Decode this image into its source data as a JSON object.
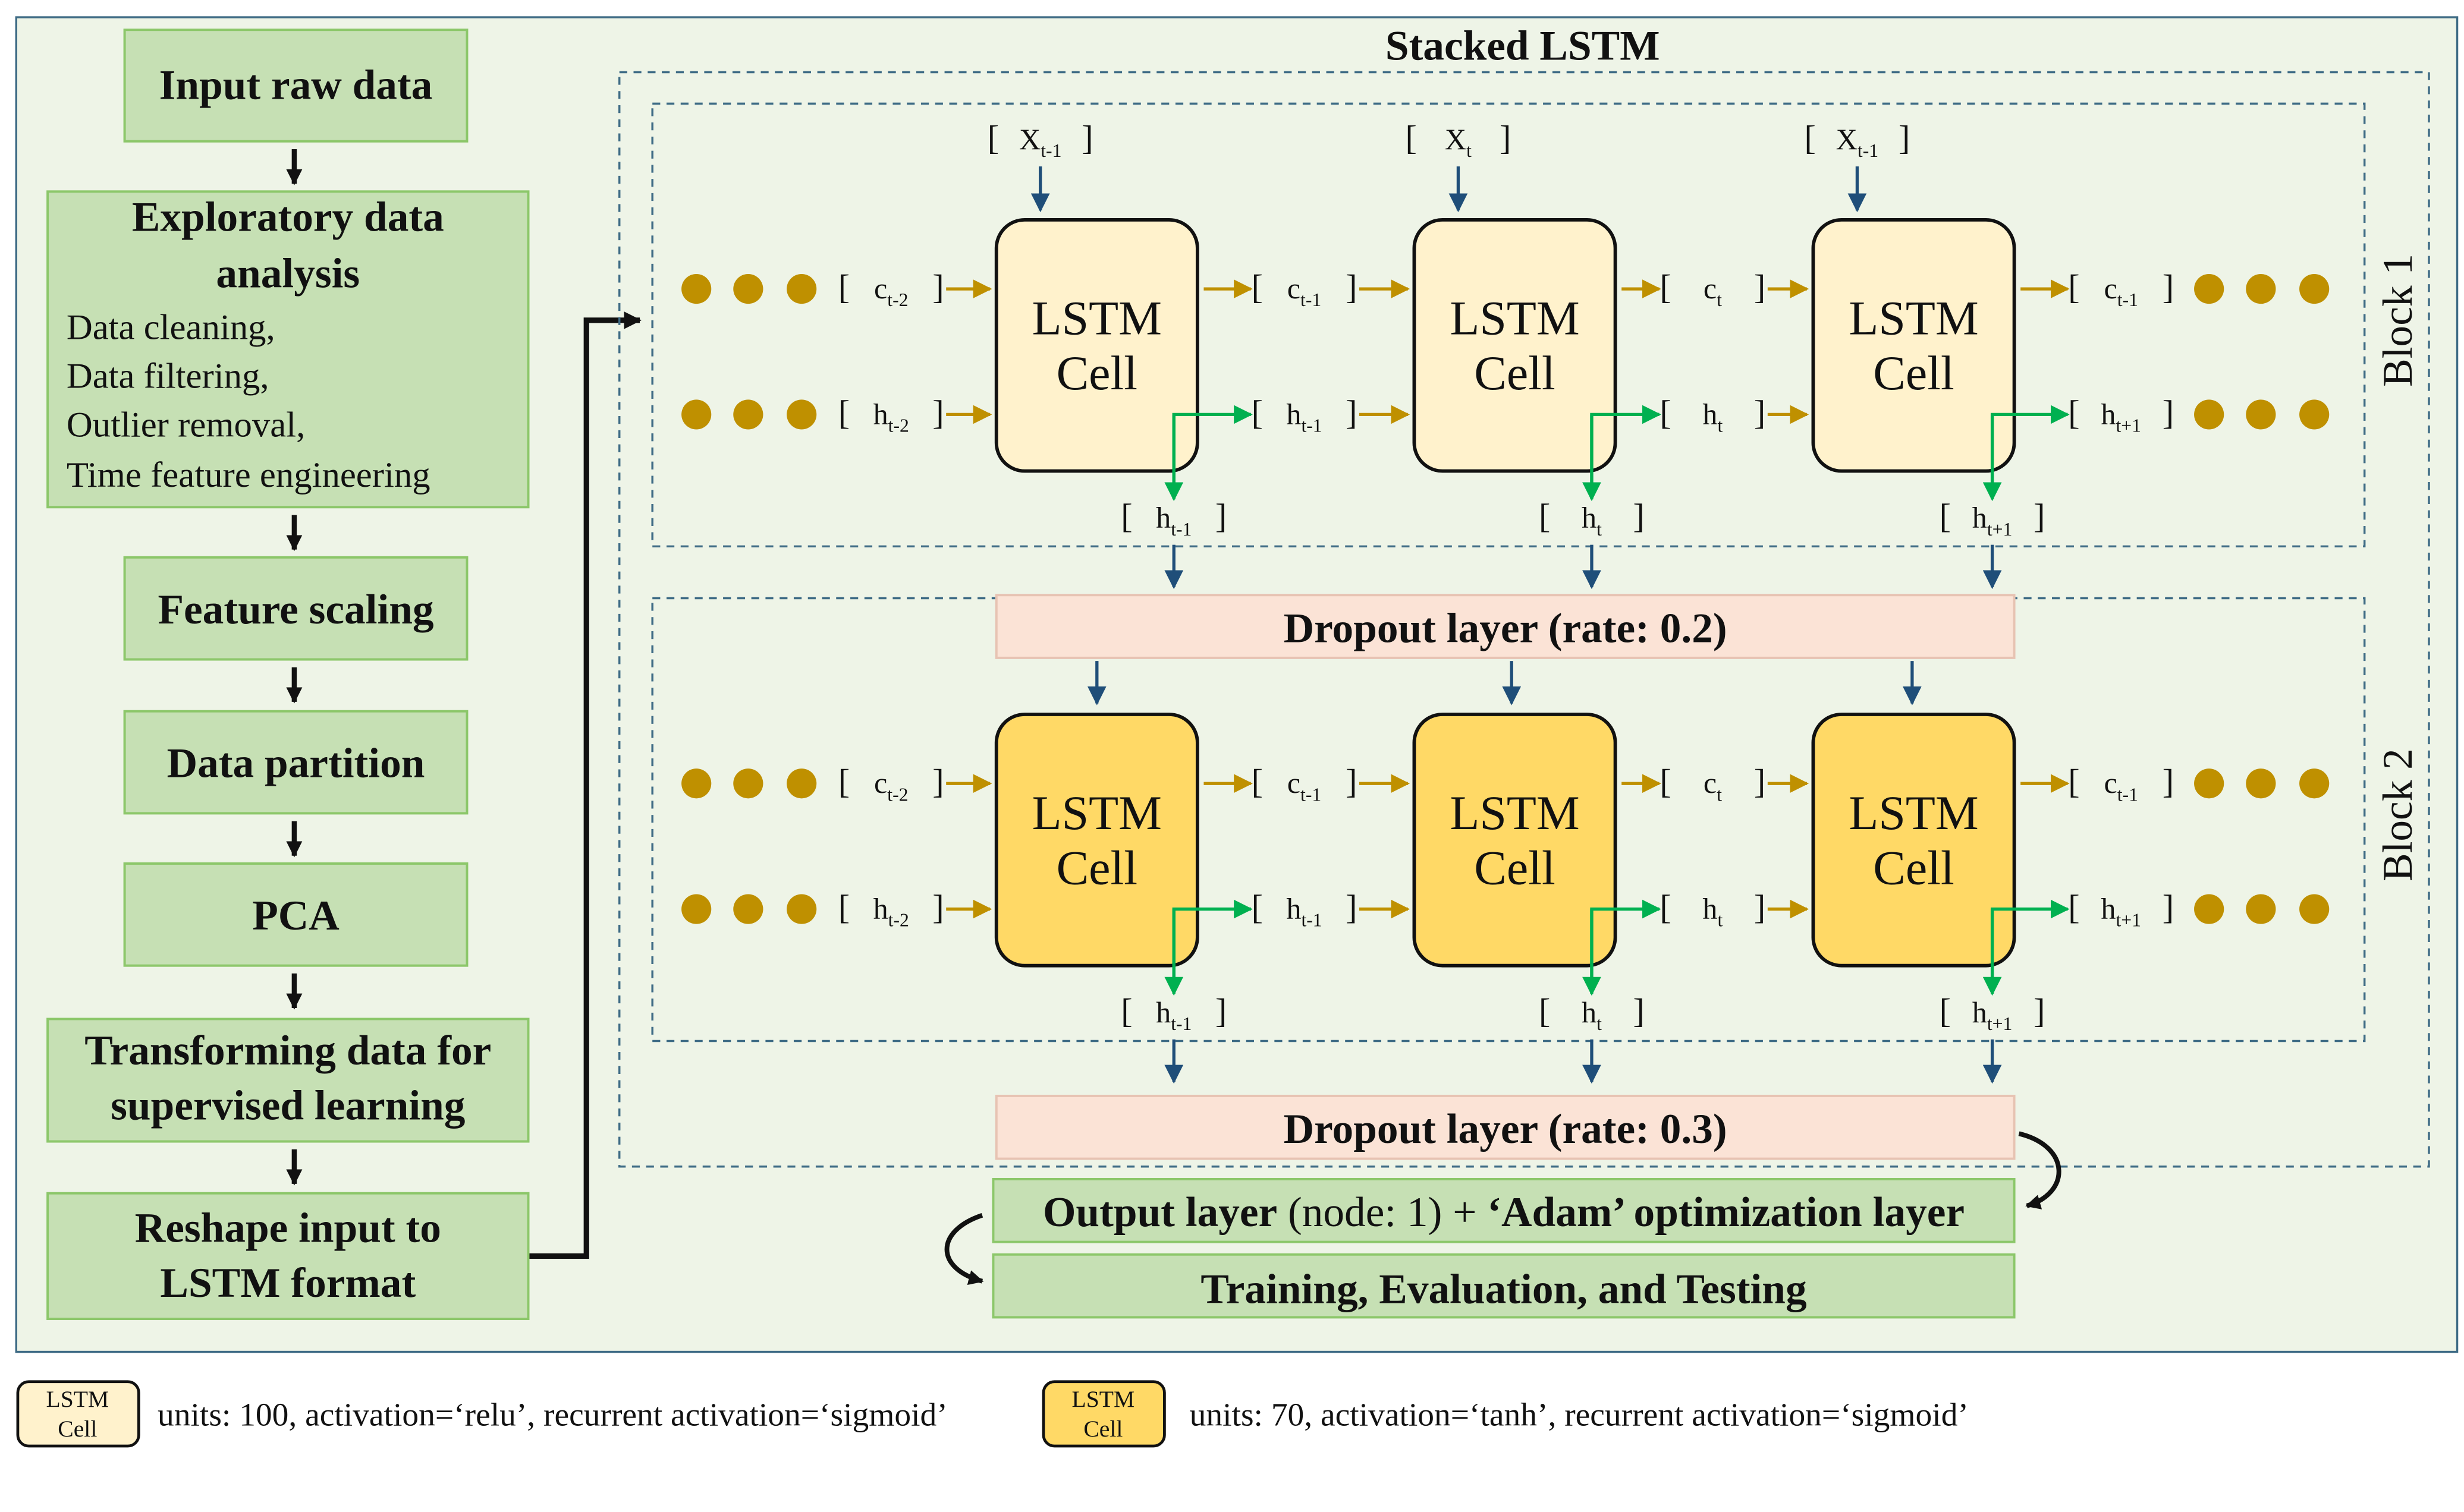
{
  "colors": {
    "panel_fill": "#eef4e7",
    "panel_border": "#3e6b85",
    "step_fill": "#c6e0b4",
    "step_border": "#8cc76a",
    "cell_block1": "#fff2cc",
    "cell_block2": "#ffd966",
    "dropout_fill": "#fbe3d6",
    "dropout_border": "#e7c3b3",
    "state_arrow": "#bf9000",
    "input_arrow": "#1f4e79",
    "skip_arrow": "#00b050",
    "dot": "#bf9000"
  },
  "pipeline": {
    "steps": [
      {
        "title": [
          "Input raw data"
        ],
        "details": []
      },
      {
        "title": [
          "Exploratory data",
          "analysis"
        ],
        "details": [
          "Data cleaning,",
          "Data filtering,",
          "Outlier removal,",
          "Time feature engineering"
        ]
      },
      {
        "title": [
          "Feature scaling"
        ],
        "details": []
      },
      {
        "title": [
          "Data partition"
        ],
        "details": []
      },
      {
        "title": [
          "PCA"
        ],
        "details": []
      },
      {
        "title": [
          "Transforming data for",
          "supervised learning"
        ],
        "details": []
      },
      {
        "title": [
          "Reshape input to",
          "LSTM format"
        ],
        "details": []
      }
    ]
  },
  "stacked": {
    "title": "Stacked LSTM",
    "cell_label": [
      "LSTM",
      "Cell"
    ],
    "inputs": [
      {
        "base": "X",
        "sub": "t-1"
      },
      {
        "base": "X",
        "sub": "t"
      },
      {
        "base": "X",
        "sub": "t-1"
      }
    ],
    "c_states": [
      {
        "base": "c",
        "sub": "t-2"
      },
      {
        "base": "c",
        "sub": "t-1"
      },
      {
        "base": "c",
        "sub": "t"
      },
      {
        "base": "c",
        "sub": "t-1"
      }
    ],
    "h_states": [
      {
        "base": "h",
        "sub": "t-2"
      },
      {
        "base": "h",
        "sub": "t-1"
      },
      {
        "base": "h",
        "sub": "t"
      },
      {
        "base": "h",
        "sub": "t+1"
      }
    ],
    "outputs": [
      {
        "base": "h",
        "sub": "t-1"
      },
      {
        "base": "h",
        "sub": "t"
      },
      {
        "base": "h",
        "sub": "t+1"
      }
    ],
    "blocks": [
      {
        "label": "Block 1"
      },
      {
        "label": "Block 2"
      }
    ],
    "dropouts": [
      "Dropout layer (rate: 0.2)",
      "Dropout layer (rate: 0.3)"
    ],
    "output_layer": {
      "bold_part1": "Output layer",
      "normal_part": " (node: 1) + ",
      "bold_part2": "‘Adam’ optimization layer"
    },
    "training": "Training, Evaluation, and Testing"
  },
  "legend": [
    {
      "cell": [
        "LSTM",
        "Cell"
      ],
      "text": "units: 100, activation=‘relu’, recurrent activation=‘sigmoid’"
    },
    {
      "cell": [
        "LSTM",
        "Cell"
      ],
      "text": "units: 70, activation=‘tanh’, recurrent activation=‘sigmoid’"
    }
  ]
}
